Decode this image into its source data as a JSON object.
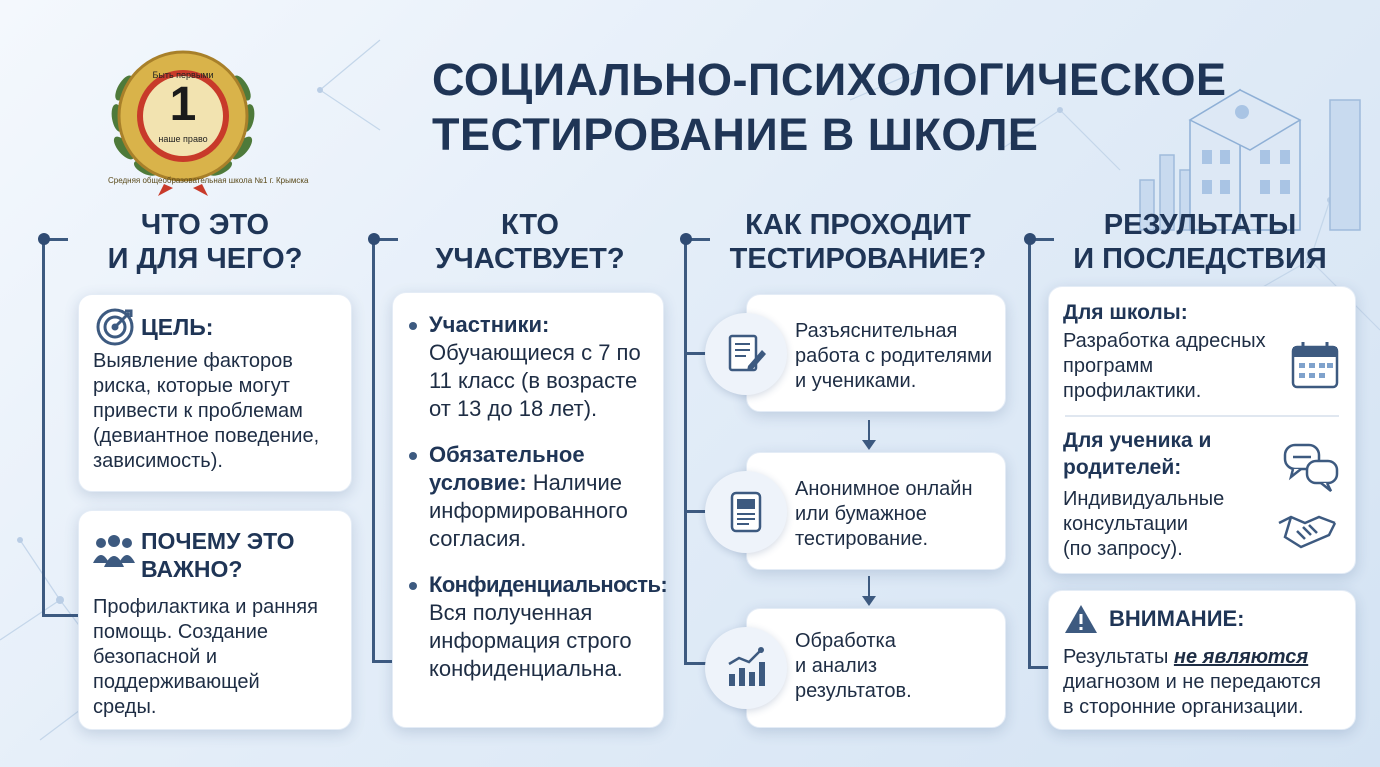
{
  "title": {
    "line1": "СОЦИАЛЬНО-ПСИХОЛОГИЧЕСКОЕ",
    "line2": "ТЕСТИРОВАНИЕ В ШКОЛЕ"
  },
  "emblem": {
    "ring_text": "Средняя общеобразовательная школа №1 г. Крымска",
    "motto": "Быть первыми",
    "number": "1",
    "sub": "наше право"
  },
  "col1": {
    "head1": "ЧТО ЭТО",
    "head2": "И ДЛЯ ЧЕГО?",
    "goal_title": "ЦЕЛЬ:",
    "goal_lines": [
      "Выявление факторов",
      "риска, которые могут",
      "привести к проблемам",
      "(девиантное поведение,",
      "зависимость)."
    ],
    "why_title1": "ПОЧЕМУ ЭТО",
    "why_title2": "ВАЖНО?",
    "why_lines": [
      "Профилактика и ранняя",
      "помощь. Создание",
      "безопасной и",
      "поддерживающей",
      "среды."
    ]
  },
  "col2": {
    "head1": "КТО",
    "head2": "УЧАСТВУЕТ?",
    "b1_title": "Участники:",
    "b1_lines": [
      "Обучающиеся с 7 по",
      "11 класс (в возрасте",
      "от 13 до 18 лет)."
    ],
    "b2_title1": "Обязательное",
    "b2_title2": "условие:",
    "b2_inline": " Наличие",
    "b2_lines": [
      "информированного",
      "согласия."
    ],
    "b3_title": "Конфиденциальность:",
    "b3_lines": [
      "Вся полученная",
      "информация строго",
      "конфиденциальна."
    ]
  },
  "col3": {
    "head1": "КАК ПРОХОДИТ",
    "head2": "ТЕСТИРОВАНИЕ?",
    "steps": [
      {
        "icon": "document-pen-icon",
        "lines": [
          "Разъяснительная",
          "работа с родителями",
          "и учениками."
        ]
      },
      {
        "icon": "tablet-test-icon",
        "lines": [
          "Анонимное онлайн",
          "или бумажное",
          "тестирование."
        ]
      },
      {
        "icon": "analysis-chart-icon",
        "lines": [
          "Обработка",
          "и анализ",
          "результатов."
        ]
      }
    ]
  },
  "col4": {
    "head1": "РЕЗУЛЬТАТЫ",
    "head2": "И ПОСЛЕДСТВИЯ",
    "school_title": "Для школы:",
    "school_lines": [
      "Разработка адресных",
      "программ",
      "профилактики."
    ],
    "student_title1": "Для ученика и",
    "student_title2": "родителей:",
    "student_lines": [
      "Индивидуальные",
      "консультации",
      "(по запросу)."
    ],
    "warn_title": "ВНИМАНИЕ:",
    "warn_pre": "Результаты ",
    "warn_emph": "не являются",
    "warn_lines": [
      "диагнозом и не передаются",
      "в сторонние организации."
    ]
  }
}
